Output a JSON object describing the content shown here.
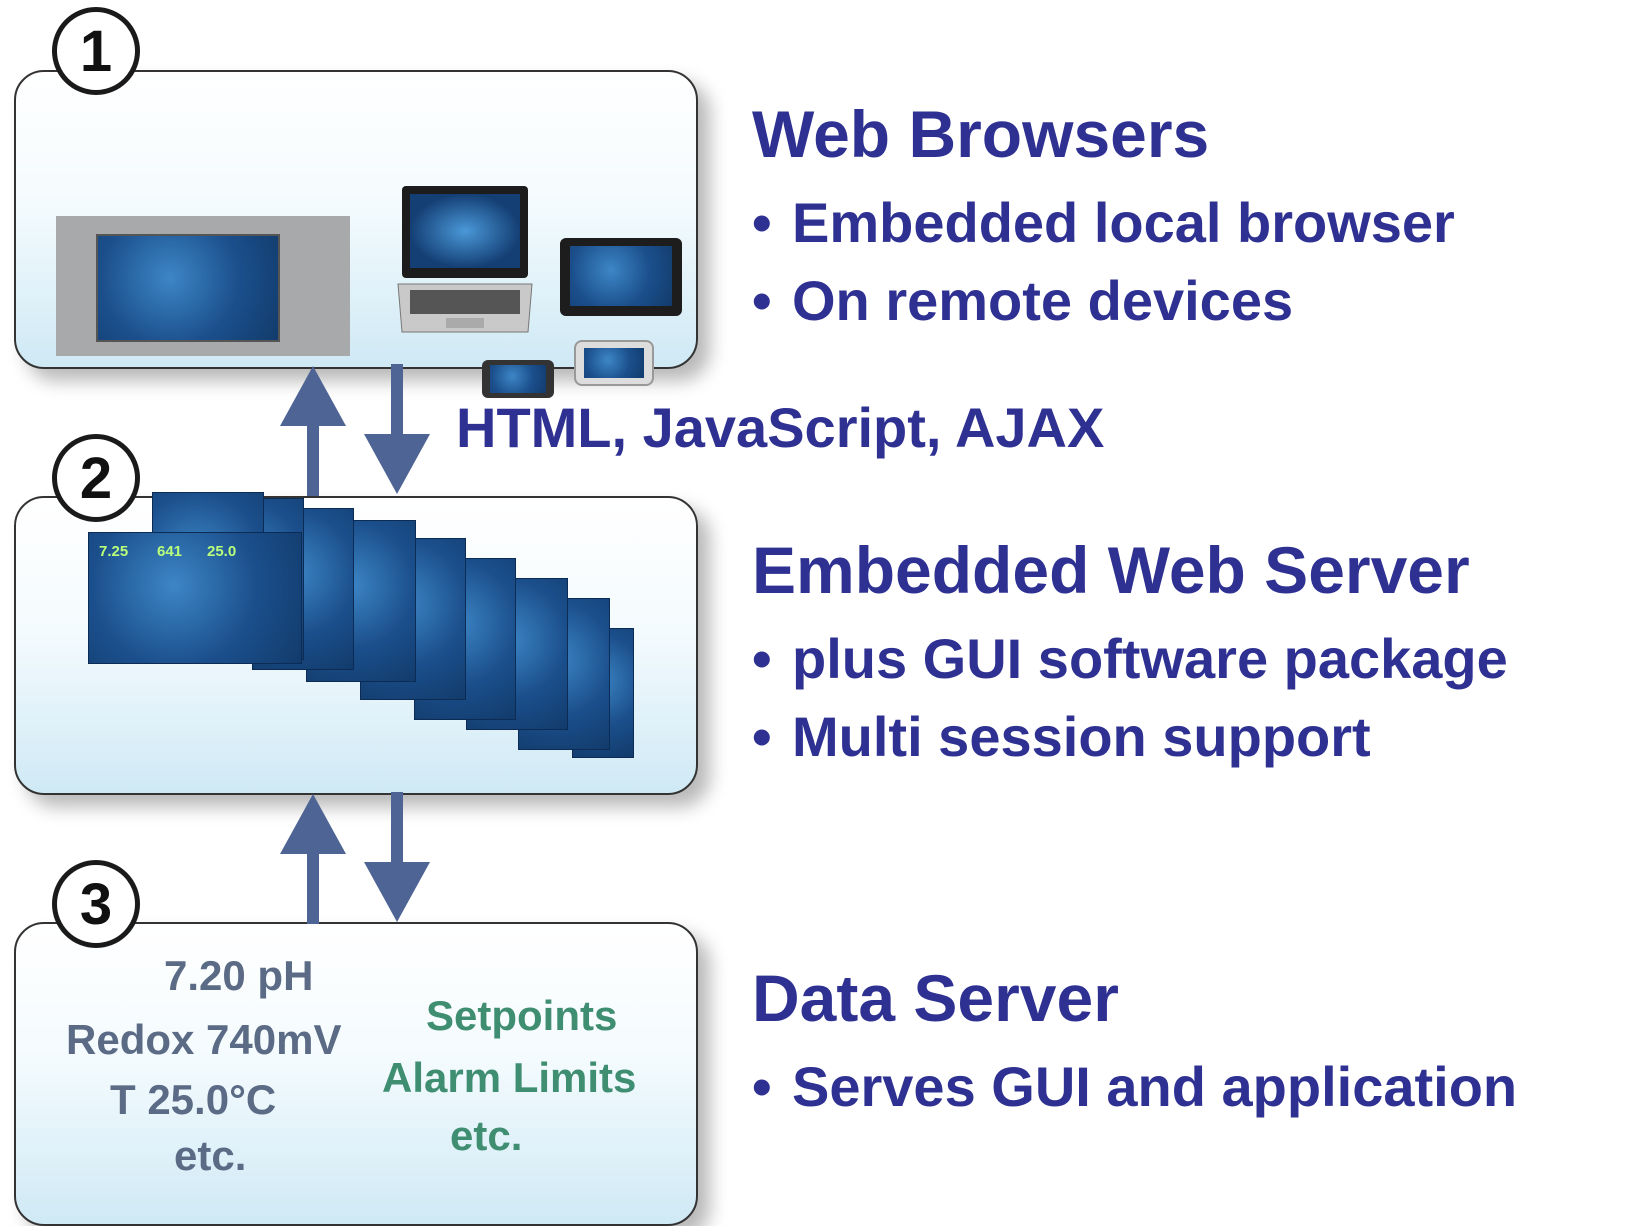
{
  "markers": [
    "1",
    "2",
    "3"
  ],
  "layers": [
    {
      "title": "Web Browsers",
      "bullets": [
        "Embedded local browser",
        "On remote devices"
      ]
    },
    {
      "title": "Embedded Web Server",
      "bullets": [
        "plus GUI software package",
        "Multi session support"
      ]
    },
    {
      "title": "Data Server",
      "bullets": [
        "Serves GUI and application"
      ]
    }
  ],
  "protocol_label": "HTML, JavaScript, AJAX",
  "screen_readings": [
    "7.25",
    "641",
    "25.0"
  ],
  "data_server_values": [
    "7.20 pH",
    "Redox 740mV",
    "T 25.0°C",
    "etc."
  ],
  "data_server_config": [
    "Setpoints",
    "Alarm Limits",
    "etc."
  ],
  "colors": {
    "heading": "#2e3192",
    "arrow": "#4d6494",
    "values": "#5b6b86",
    "config": "#3f8e72"
  },
  "icons": [
    "up-arrow",
    "down-arrow",
    "hmi-panel",
    "laptop",
    "tablet",
    "smartphone"
  ]
}
